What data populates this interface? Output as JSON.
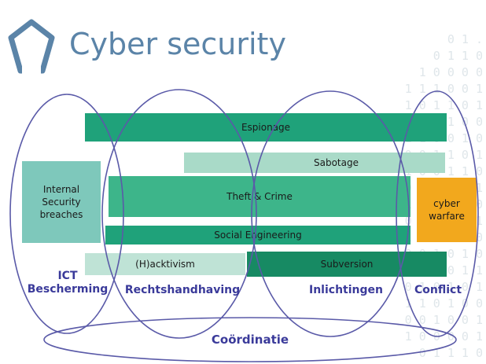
{
  "title": "Cyber security",
  "background_digits": [
    "0 1 .",
    "0 1 1 0",
    "1 0 0 0 0",
    "1 1 1 0 0 1",
    "1 0 1 1 0 1",
    "0 1 0 1 0 0",
    "1 1 0 0 1 0",
    "0 0 1 1 0 1",
    "1 0 0 1 1 0",
    "0 1 1 0 0 1",
    "1 0 1 0 1 0",
    "0 1 0 0 1 1",
    "1 1 1 0 1 0",
    "0 0 1 0 1 0",
    "1 0 0 0 1 1",
    "0 1 0 1 0 1",
    "1 1 0 1 0 0",
    "0 0 1 0 0 1",
    "1 0 0 0 0 1",
    "0 1 1 1 0"
  ],
  "bars": {
    "espionage": "Espionage",
    "sabotage": "Sabotage",
    "internal": "Internal Security breaches",
    "theft": "Theft & Crime",
    "cyber_warfare": "cyber warfare",
    "social": "Social Engineering",
    "hacktivism": "(H)acktivism",
    "subversion": "Subversion"
  },
  "domains": {
    "ict": "ICT Bescherming",
    "recht": "Rechtshandhaving",
    "inlichtingen": "Inlichtingen",
    "conflict": "Conflict",
    "coordinatie": "Coördinatie"
  },
  "colors": {
    "title": "#5b84a8",
    "bar_dark_green": "#1fa27a",
    "bar_mid_green": "#3db58a",
    "bar_light": "#a9dac8",
    "bar_teal": "#7ec8bb",
    "bar_darkest": "#178a63",
    "cyber_warfare": "#f2a81d",
    "oval_stroke": "#5a5aa8",
    "label": "#3a3a9a"
  }
}
